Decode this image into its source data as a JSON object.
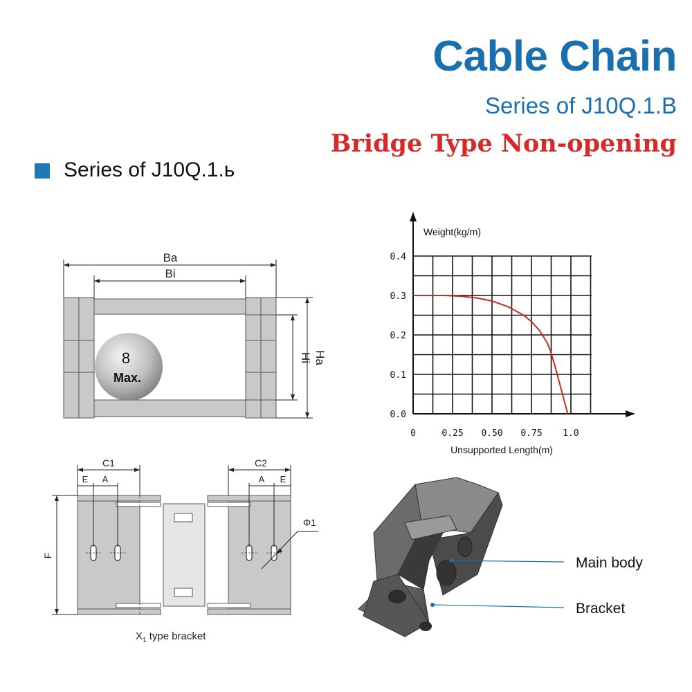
{
  "header": {
    "title": "Cable Chain",
    "subtitle": "Series of J10Q.1.B",
    "type": "Bridge Type Non-opening",
    "series_heading": "Series of J10Q.1.ь"
  },
  "colors": {
    "brand_blue": "#1a6fae",
    "accent_red": "#d62a2a",
    "heading_square": "#1f77b4",
    "curve": "#cc2a20",
    "part_gray": "#c9c9c9"
  },
  "cross_section": {
    "dim_ba": "Ba",
    "dim_bi": "Bi",
    "dim_ha": "Ha",
    "dim_hi": "Hi",
    "ball_value": "8",
    "ball_label": "Max."
  },
  "bracket": {
    "dim_c1": "C1",
    "dim_c2": "C2",
    "dim_e_left": "E",
    "dim_a_left": "A",
    "dim_a_right": "A",
    "dim_e_right": "E",
    "dim_f": "F",
    "dim_phi": "Φ1",
    "caption_prefix": "X",
    "caption_subscript": "1",
    "caption_suffix": " type bracket"
  },
  "chart_data": {
    "type": "line",
    "title": "",
    "xlabel": "Unsupported Length(m)",
    "ylabel": "Weight(kg/m)",
    "xlim": [
      0,
      1.0
    ],
    "ylim": [
      0,
      0.4
    ],
    "x_ticks": [
      "0",
      "0.25",
      "0.50",
      "0.75",
      "1.0"
    ],
    "y_ticks": [
      "0.0",
      "0.1",
      "0.2",
      "0.3",
      "0.4"
    ],
    "grid": true,
    "series": [
      {
        "x": [
          0,
          0.2,
          0.3,
          0.4,
          0.5,
          0.6,
          0.7,
          0.75,
          0.8,
          0.85,
          0.87,
          0.9,
          0.93,
          0.96,
          0.98
        ],
        "y": [
          0.3,
          0.3,
          0.298,
          0.294,
          0.286,
          0.272,
          0.25,
          0.234,
          0.212,
          0.18,
          0.16,
          0.12,
          0.075,
          0.03,
          0.0
        ],
        "color": "#cc2a20"
      }
    ]
  },
  "product_labels": {
    "main_body": "Main body",
    "bracket": "Bracket"
  }
}
